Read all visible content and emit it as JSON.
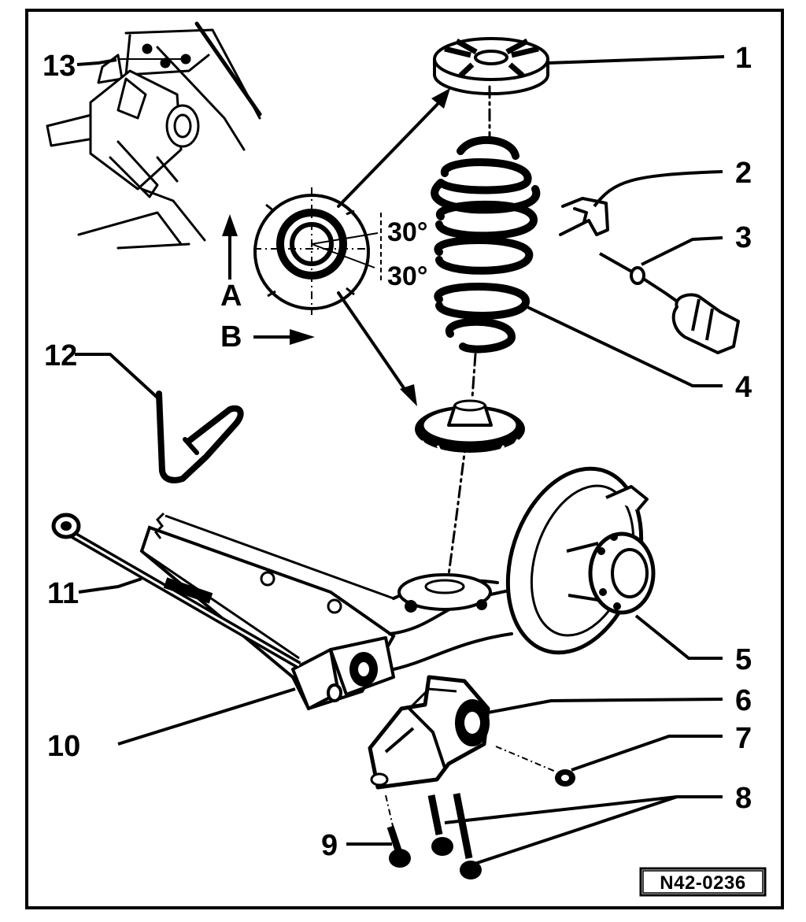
{
  "diagram": {
    "callouts": [
      {
        "id": "1",
        "label": "1"
      },
      {
        "id": "2",
        "label": "2"
      },
      {
        "id": "3",
        "label": "3"
      },
      {
        "id": "4",
        "label": "4"
      },
      {
        "id": "5",
        "label": "5"
      },
      {
        "id": "6",
        "label": "6"
      },
      {
        "id": "7",
        "label": "7"
      },
      {
        "id": "8",
        "label": "8"
      },
      {
        "id": "9",
        "label": "9"
      },
      {
        "id": "10",
        "label": "10"
      },
      {
        "id": "11",
        "label": "11"
      },
      {
        "id": "12",
        "label": "12"
      },
      {
        "id": "13",
        "label": "13"
      }
    ],
    "angle_upper": "30°",
    "angle_lower": "30°",
    "view_a": "A",
    "view_b": "B",
    "reference_code": "N42-0236"
  }
}
